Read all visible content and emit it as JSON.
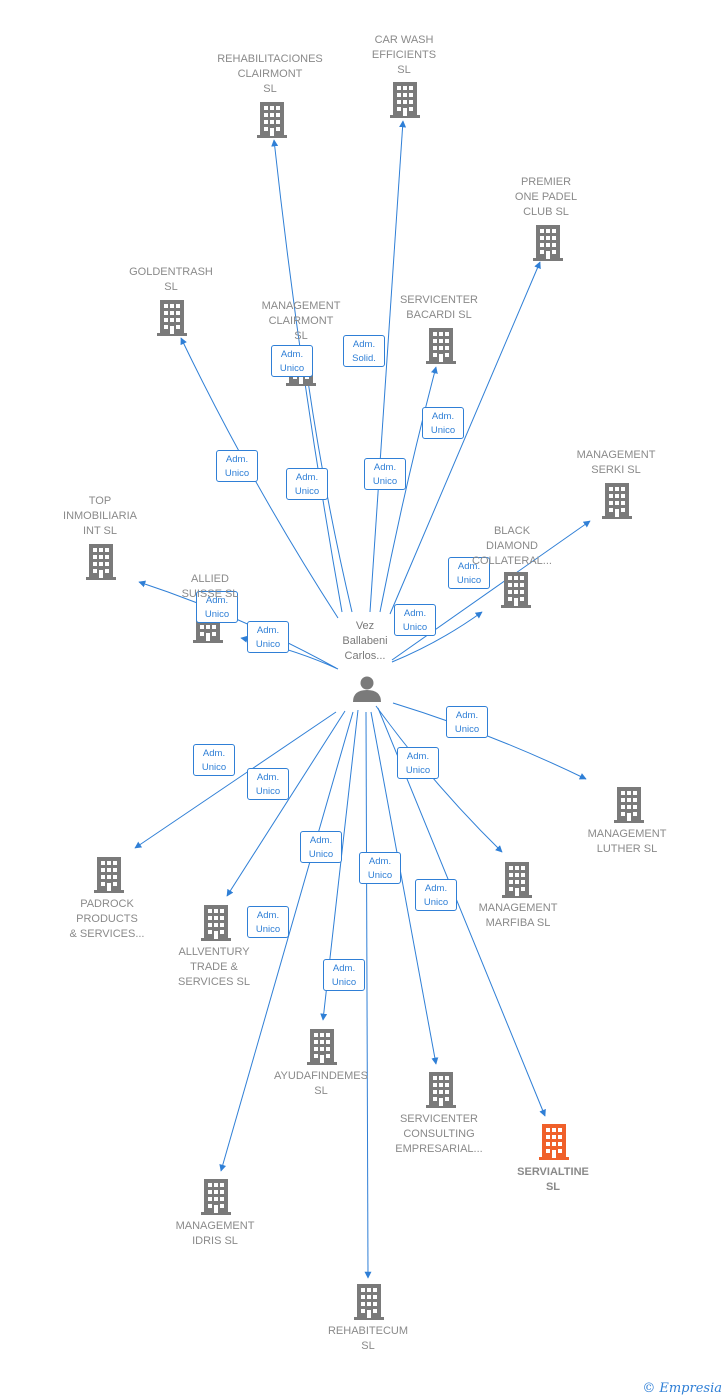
{
  "person": {
    "name": "Vez\nBallabeni\nCarlos..."
  },
  "colors": {
    "edge": "#2f7fd6",
    "node": "#7a7a7a",
    "highlight": "#f0602a"
  },
  "companies": [
    {
      "id": "rehabilitaciones",
      "label": "REHABILITACIONES\nCLAIRMONT\nSL",
      "highlight": false
    },
    {
      "id": "carwash",
      "label": "CAR WASH\nEFFICIENTS\nSL",
      "highlight": false
    },
    {
      "id": "premier",
      "label": "PREMIER\nONE PADEL\nCLUB  SL",
      "highlight": false
    },
    {
      "id": "goldentrash",
      "label": "GOLDENTRASH\nSL",
      "highlight": false
    },
    {
      "id": "mgmt_clairmont",
      "label": "MANAGEMENT\nCLAIRMONT\nSL",
      "highlight": false
    },
    {
      "id": "servicenter_bacardi",
      "label": "SERVICENTER\nBACARDI  SL",
      "highlight": false
    },
    {
      "id": "mgmt_serki",
      "label": "MANAGEMENT\nSERKI  SL",
      "highlight": false
    },
    {
      "id": "top_inmo",
      "label": "TOP\nINMOBILIARIA\nINT  SL",
      "highlight": false
    },
    {
      "id": "black_diamond",
      "label": "BLACK\nDIAMOND\nCOLLATERAL...",
      "highlight": false
    },
    {
      "id": "allied",
      "label": "ALLIED\nSUISSE  SL",
      "highlight": false
    },
    {
      "id": "mgmt_luther",
      "label": "MANAGEMENT\nLUTHER  SL",
      "highlight": false
    },
    {
      "id": "padrock",
      "label": "PADROCK\nPRODUCTS\n& SERVICES...",
      "highlight": false
    },
    {
      "id": "mgmt_marfiba",
      "label": "MANAGEMENT\nMARFIBA  SL",
      "highlight": false
    },
    {
      "id": "allventury",
      "label": "ALLVENTURY\nTRADE &\nSERVICES  SL",
      "highlight": false
    },
    {
      "id": "ayudafindemes",
      "label": "AYUDAFINDEMES\nSL",
      "highlight": false
    },
    {
      "id": "servicenter_consulting",
      "label": "SERVICENTER\nCONSULTING\nEMPRESARIAL...",
      "highlight": false
    },
    {
      "id": "servialtine",
      "label": "SERVIALTINE\nSL",
      "highlight": true
    },
    {
      "id": "mgmt_idris",
      "label": "MANAGEMENT\nIDRIS  SL",
      "highlight": false
    },
    {
      "id": "rehabitecum",
      "label": "REHABITECUM\nSL",
      "highlight": false
    }
  ],
  "relations": [
    {
      "to": "rehabilitaciones",
      "role": "Adm.\nUnico"
    },
    {
      "to": "carwash",
      "role": "Adm.\nSolid."
    },
    {
      "to": "premier",
      "role": "Adm.\nUnico"
    },
    {
      "to": "goldentrash",
      "role": "Adm.\nUnico"
    },
    {
      "to": "mgmt_clairmont",
      "role": "Adm.\nUnico"
    },
    {
      "to": "servicenter_bacardi",
      "role": "Adm.\nUnico"
    },
    {
      "to": "mgmt_serki",
      "role": "Adm.\nUnico"
    },
    {
      "to": "black_diamond",
      "role": "Adm.\nUnico"
    },
    {
      "to": "top_inmo",
      "role": "Adm.\nUnico"
    },
    {
      "to": "allied",
      "role": "Adm.\nUnico"
    },
    {
      "to": "mgmt_luther",
      "role": "Adm.\nUnico"
    },
    {
      "to": "padrock",
      "role": "Adm.\nUnico"
    },
    {
      "to": "mgmt_marfiba",
      "role": "Adm.\nUnico"
    },
    {
      "to": "allventury",
      "role": "Adm.\nUnico"
    },
    {
      "to": "ayudafindemes",
      "role": "Adm.\nUnico"
    },
    {
      "to": "servicenter_consulting",
      "role": "Adm.\nUnico"
    },
    {
      "to": "servialtine",
      "role": "Adm.\nUnico"
    },
    {
      "to": "mgmt_idris",
      "role": "Adm.\nUnico"
    },
    {
      "to": "rehabitecum",
      "role": "Adm.\nUnico"
    }
  ],
  "footer": {
    "copyright": "©",
    "brand": "Empresia"
  }
}
